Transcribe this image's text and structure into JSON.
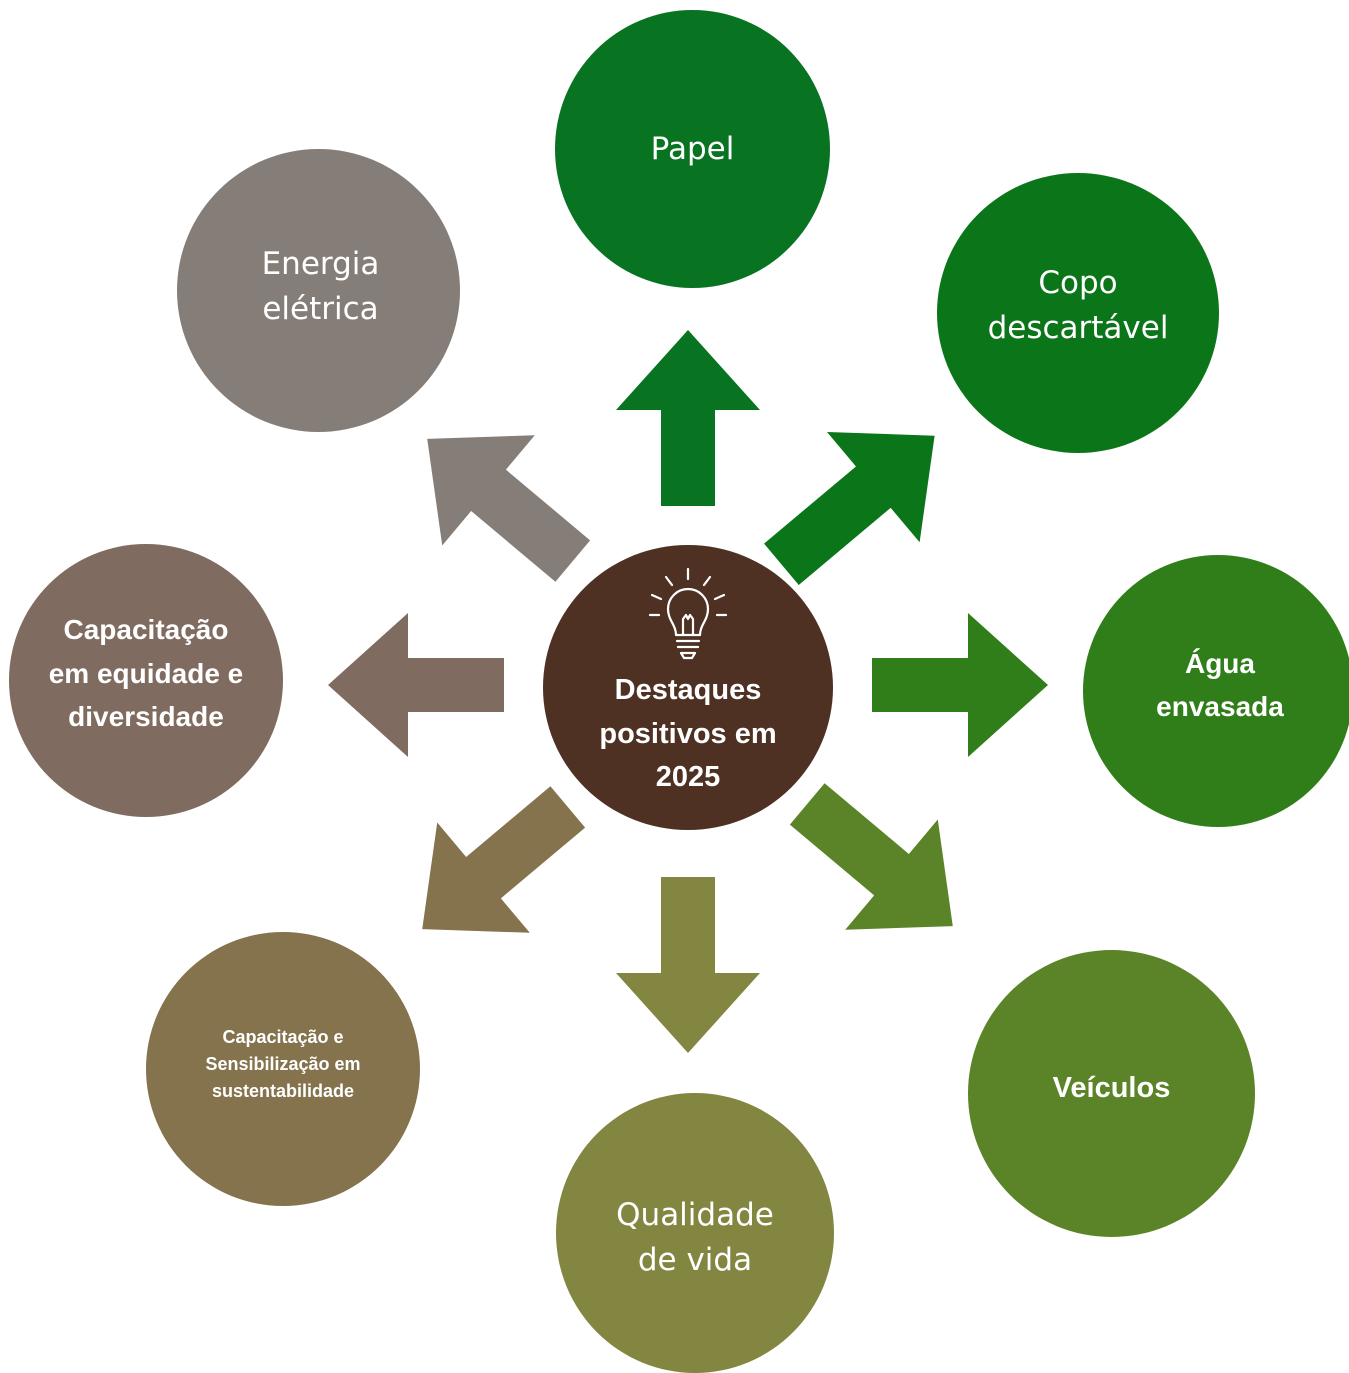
{
  "center": {
    "label": "Destaques\npositivos em\n2025",
    "icon": "lightbulb-icon",
    "color": "#4e3123"
  },
  "nodes": [
    {
      "id": "papel",
      "label": "Papel",
      "color": "#087321"
    },
    {
      "id": "copo",
      "label": "Copo\ndescartável",
      "color": "#0a7519"
    },
    {
      "id": "agua",
      "label": "Água\nenvasada",
      "color": "#2f7e19"
    },
    {
      "id": "veiculos",
      "label": "Veículos",
      "color": "#5b8428"
    },
    {
      "id": "qualidade",
      "label": "Qualidade\nde vida",
      "color": "#828640"
    },
    {
      "id": "sensibilizacao",
      "label": "Capacitação e\nSensibilização em\nsustentabilidade",
      "color": "#84734c"
    },
    {
      "id": "equidade",
      "label": "Capacitação\nem equidade e\ndiversidade",
      "color": "#7f6b5f"
    },
    {
      "id": "energia",
      "label": "Energia\nelétrica",
      "color": "#857d77"
    }
  ],
  "arrows": [
    {
      "id": "papel",
      "color": "#087321"
    },
    {
      "id": "copo",
      "color": "#0a7519"
    },
    {
      "id": "agua",
      "color": "#2f7e19"
    },
    {
      "id": "veiculos",
      "color": "#5b8428"
    },
    {
      "id": "qualidade",
      "color": "#828640"
    },
    {
      "id": "sensibilizacao",
      "color": "#84734c"
    },
    {
      "id": "equidade",
      "color": "#7f6b5f"
    },
    {
      "id": "energia",
      "color": "#857d77"
    }
  ]
}
